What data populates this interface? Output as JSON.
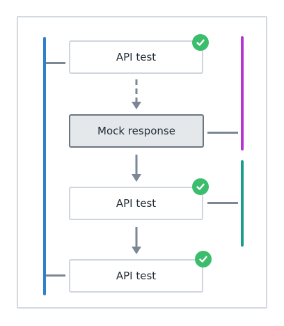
{
  "colors": {
    "frame_border": "#d3d9df",
    "box_border": "#ced5dc",
    "mock_fill": "#e4e8eb",
    "mock_border": "#6b7580",
    "connector": "#7b8794",
    "check": "#3cbd6d",
    "bar_blue": "#2f80ce",
    "bar_purple": "#b534d1",
    "bar_teal": "#1a9c8c"
  },
  "steps": [
    {
      "label": "API test",
      "status_icon": "check-circle-icon"
    },
    {
      "label": "Mock response"
    },
    {
      "label": "API test",
      "status_icon": "check-circle-icon"
    },
    {
      "label": "API test",
      "status_icon": "check-circle-icon"
    }
  ]
}
